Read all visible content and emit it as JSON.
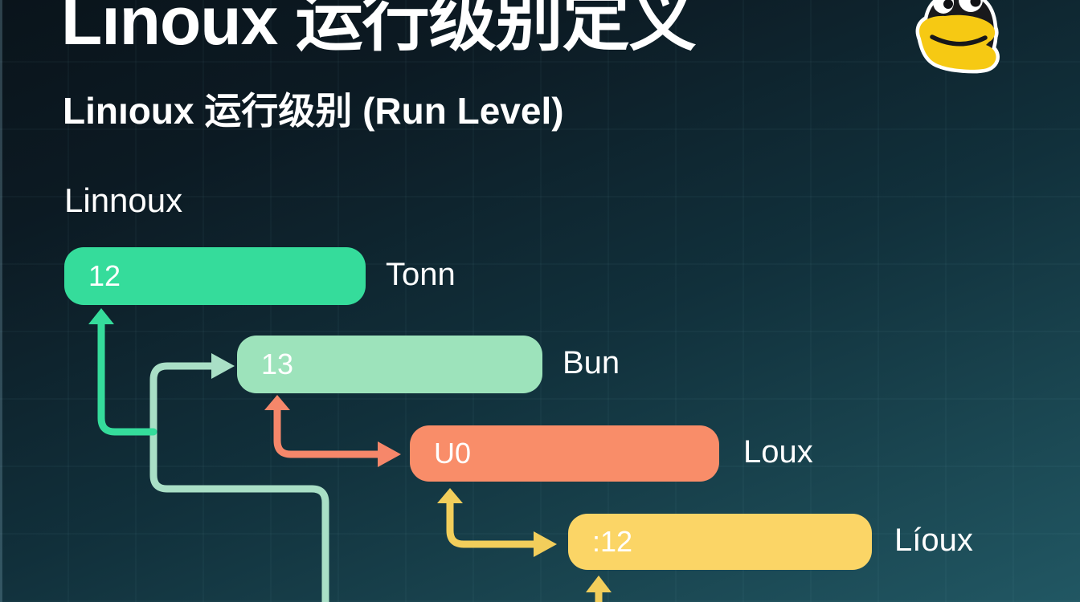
{
  "header": {
    "title": "Lınoux 运行级别定义",
    "subtitle": "Linıoux 运行级别 (Run Level)",
    "mascot_icon": "penguin-mascot"
  },
  "diagram": {
    "heading": "Linnoux",
    "nodes": [
      {
        "value": "12",
        "side_label": "Tonn",
        "color": "#35dc9b"
      },
      {
        "value": "13",
        "side_label": "Bun",
        "color": "#9de3bb"
      },
      {
        "value": "U0",
        "side_label": "Loux",
        "color": "#f98d69"
      },
      {
        "value": ":12",
        "side_label": "Líoux",
        "color": "#fbd566"
      }
    ],
    "connector_colors": {
      "emerald": "#35dc9b",
      "mint": "#a9dfc6",
      "orange": "#f6876a",
      "yellow": "#f2ce5b"
    }
  },
  "colors": {
    "background_top": "#0a141b",
    "background_bottom": "#215763",
    "text": "#ffffff",
    "mascot_body": "#19191c",
    "mascot_beak": "#f6c913"
  }
}
